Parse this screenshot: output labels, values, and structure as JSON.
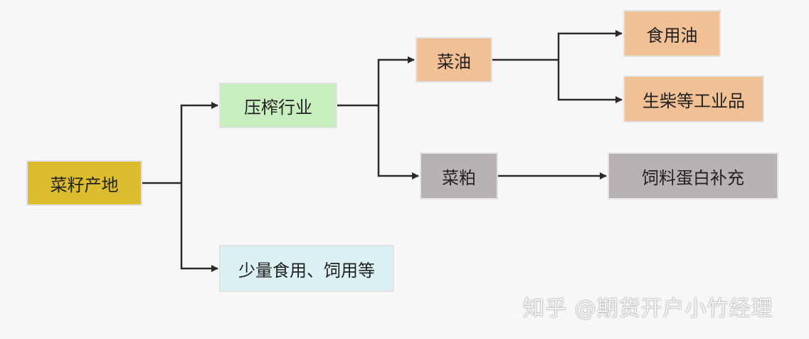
{
  "colors": {
    "origin": "#dcbd2e",
    "pressing": "#c8eec0",
    "direct_use": "#dcf1f4",
    "oil": "#f1c095",
    "meal": "#b9b2b2",
    "line": "#2a2a2a"
  },
  "nodes": {
    "origin": "菜籽产地",
    "pressing": "压榨行业",
    "direct_use": "少量食用、饲用等",
    "oil": "菜油",
    "meal": "菜粕",
    "edible_oil": "食用油",
    "biodiesel": "生柴等工业品",
    "feed": "饲料蛋白补充"
  },
  "watermark": "知乎 @期货开户小竹经理"
}
